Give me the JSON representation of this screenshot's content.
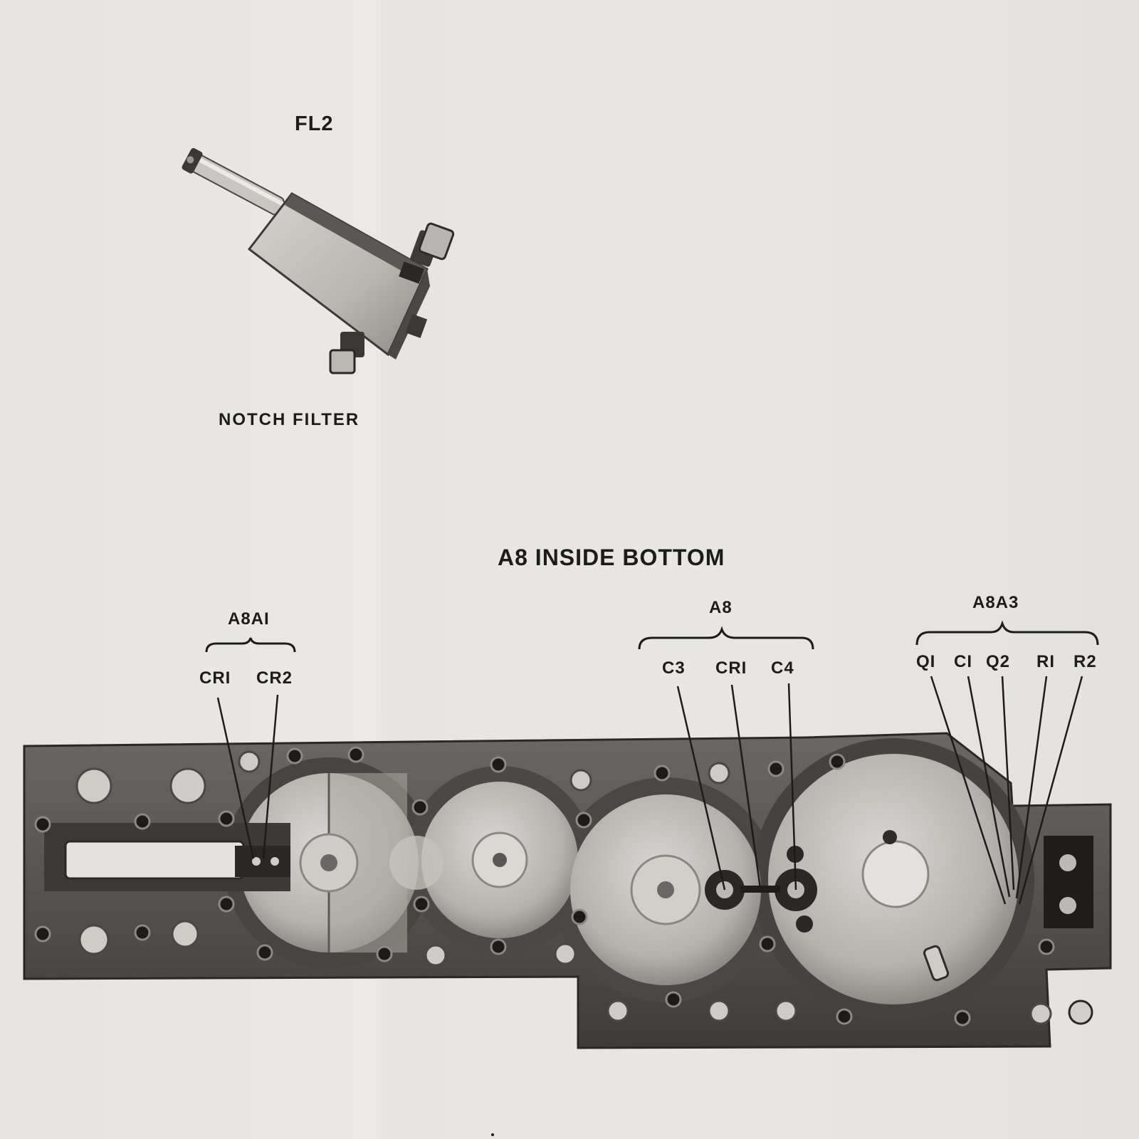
{
  "notch_filter": {
    "reference": "FL2",
    "caption": "NOTCH FILTER"
  },
  "a8_view": {
    "title": "A8 INSIDE BOTTOM",
    "groups": [
      {
        "name": "A8AI",
        "refs": [
          "CRI",
          "CR2"
        ]
      },
      {
        "name": "A8",
        "refs": [
          "C3",
          "CRI",
          "C4"
        ]
      },
      {
        "name": "A8A3",
        "refs": [
          "QI",
          "CI",
          "Q2",
          "RI",
          "R2"
        ]
      }
    ]
  },
  "colors": {
    "paper": "#e9e7e4",
    "ink": "#1c1c1c",
    "plate": "#55524f"
  }
}
